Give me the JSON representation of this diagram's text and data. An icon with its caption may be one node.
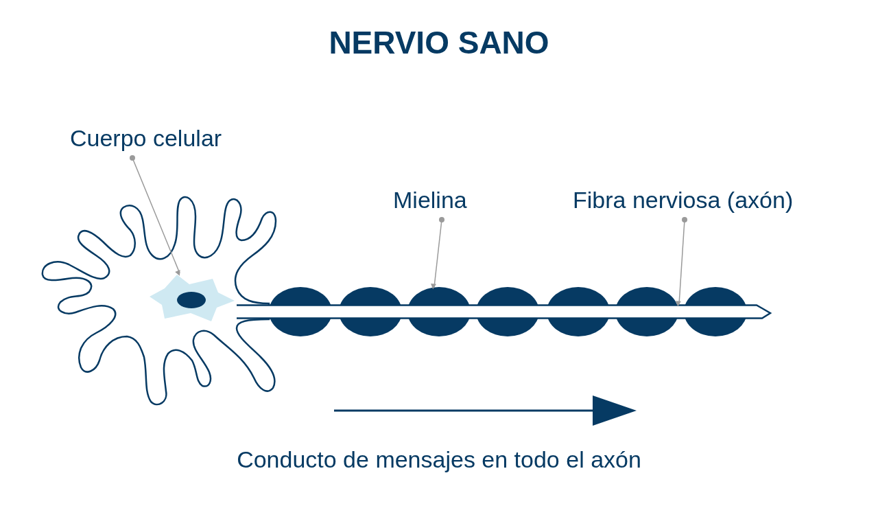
{
  "diagram": {
    "title": "NERVIO SANO",
    "nodes": [
      {
        "text": [
          "Cuerpo celular"
        ]
      },
      {
        "text": [],
        "shape": "picture"
      },
      {
        "text": [
          "Mielina"
        ]
      },
      {
        "text": [
          "Fibra nerviosa (axón)"
        ]
      },
      {
        "text": [],
        "shape": "ellipse"
      },
      {
        "text": [],
        "shape": "ellipse"
      },
      {
        "text": [],
        "shape": "ellipse"
      },
      {
        "text": [],
        "shape": "ellipse"
      },
      {
        "text": [],
        "shape": "ellipse"
      },
      {
        "text": [],
        "shape": "ellipse"
      },
      {
        "text": [],
        "shape": "ellipse"
      },
      {
        "text": [],
        "shape": "bar"
      }
    ],
    "edges": [
      {
        "from": 0,
        "to": 1,
        "arrow": "to"
      },
      {
        "from": 2,
        "to": 6,
        "arrow": "to"
      },
      {
        "from": 3,
        "to": 11,
        "arrow": "to"
      }
    ],
    "labels": [
      "Conducto de mensajes en todo el axón"
    ]
  }
}
